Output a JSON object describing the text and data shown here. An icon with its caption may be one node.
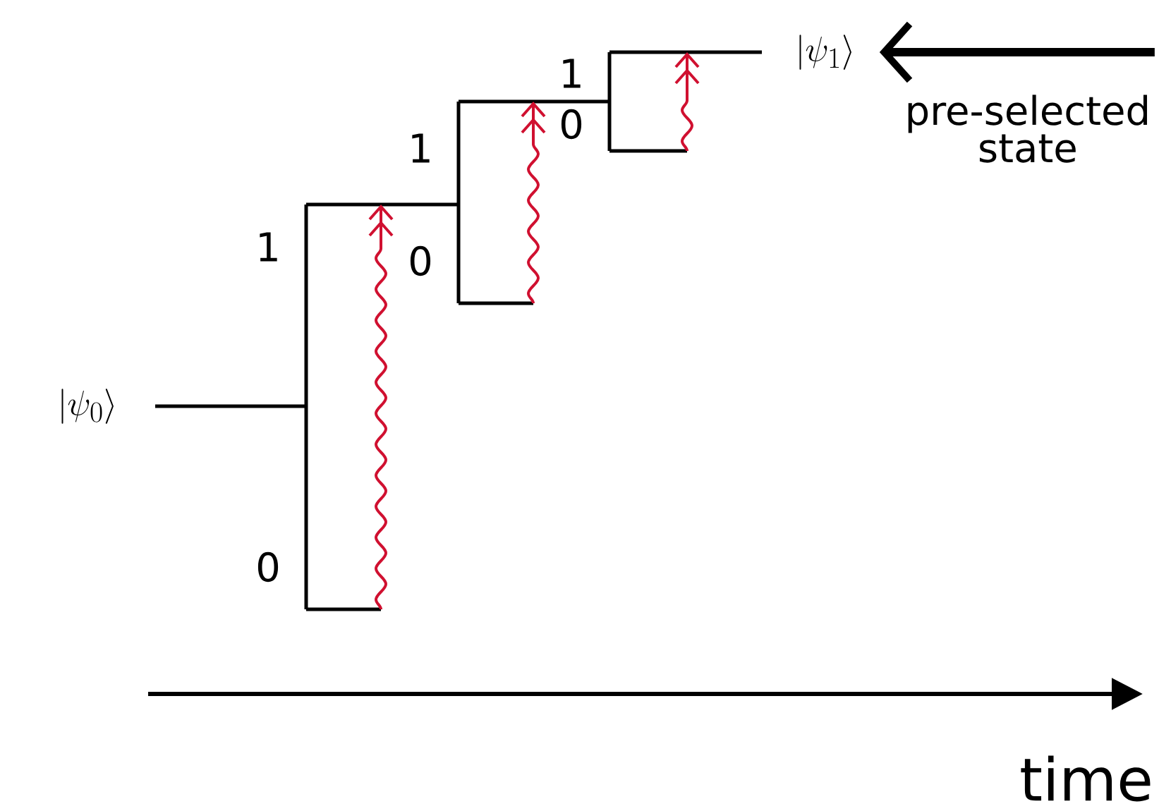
{
  "diagram": {
    "nodes": [
      {
        "text": [
          "|\\psi_0\\rangle"
        ]
      },
      {
        "text": [
          "|\\psi_1\\rangle"
        ]
      }
    ],
    "edges": [
      {
        "from": null,
        "to": 1,
        "arrow": "to",
        "label": "pre-selected state"
      }
    ],
    "labels": [
      "1",
      "0",
      "1",
      "1",
      "0",
      "0",
      "time"
    ]
  }
}
